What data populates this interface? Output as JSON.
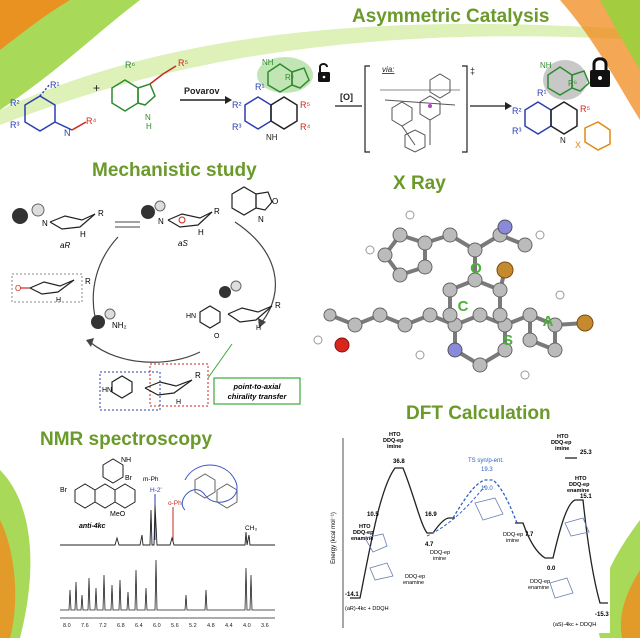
{
  "sections": {
    "asymmetric": {
      "title": "Asymmetric Catalysis"
    },
    "mechanistic": {
      "title": "Mechanistic study"
    },
    "xray": {
      "title": "X Ray"
    },
    "nmr": {
      "title": "NMR spectroscopy"
    },
    "dft": {
      "title": "DFT Calculation"
    }
  },
  "scheme": {
    "povarov": "Povarov",
    "oxidation": "[O]",
    "via": "via:",
    "dagger": "‡",
    "r_labels": {
      "r1": "R¹",
      "r2": "R²",
      "r3": "R³",
      "r4": "R⁴",
      "r5": "R⁵",
      "r6": "R⁶",
      "nh": "NH",
      "n": "N",
      "h": "H",
      "plus": "+",
      "x": "X"
    }
  },
  "mechanism": {
    "aR": "aR",
    "aS": "aS",
    "nh2": "NH₂",
    "h_label": "H",
    "r_label": "R",
    "o_label": "O",
    "n_label": "N",
    "hn_label": "HN",
    "transfer_line1": "point-to-axial",
    "transfer_line2": "chirality transfer"
  },
  "xray": {
    "ring_labels": [
      "O",
      "C",
      "S",
      "A"
    ]
  },
  "nmr": {
    "compound": "anti-4kc",
    "peak_labels": [
      "m-Ph",
      "H-2'",
      "o-Ph",
      "CH₃"
    ],
    "axis_ticks": [
      "8.0",
      "7.6",
      "7.2",
      "6.8",
      "6.4",
      "6.0",
      "5.6",
      "5.2",
      "4.8",
      "4.4",
      "4.0",
      "3.6"
    ],
    "substituents": {
      "br1": "Br",
      "br2": "Br",
      "meo": "MeO",
      "nh": "NH"
    }
  },
  "dft": {
    "ylabel": "Energy (kcal mol⁻¹)",
    "ts_label": "TS syn/p-ent.",
    "values": [
      "19.3",
      "19.0",
      "36.8",
      "25.3",
      "10.5",
      "16.9",
      "4.7",
      "7.7",
      "0.0",
      "15.1",
      "-14.1",
      "-15.3"
    ],
    "state_labels": {
      "hto_left": "HTO\nDDQ-ep\nimine",
      "hto_left_lower": "HTO\nDDQ-ep\nenamine",
      "ddq_left": "DDQ-ep\nimine",
      "ddq_right": "DDQ-ep\nimine",
      "ddq_enamine_left": "DDQ-ep\nenamine",
      "ddq_enamine_right": "DDQ-ep\nenamine",
      "hto_right": "HTO\nDDQ-ep\nimine",
      "hto_right_lower": "HTO\nDDQ-ep\nenamine",
      "start": "(aR)-4kc + DDQH",
      "end": "(aS)-4kc + DDQH"
    },
    "colors": {
      "ts_line": "#2d5fbf",
      "profile": "#222222"
    }
  },
  "colors": {
    "title_green": "#6a9a2a",
    "blue_structure": "#2b3fb0",
    "green_structure": "#2e8b2e",
    "red_structure": "#c8281e",
    "orange_structure": "#e08a10",
    "swoosh_green": "#9ad23c",
    "swoosh_orange": "#f08a1c"
  }
}
